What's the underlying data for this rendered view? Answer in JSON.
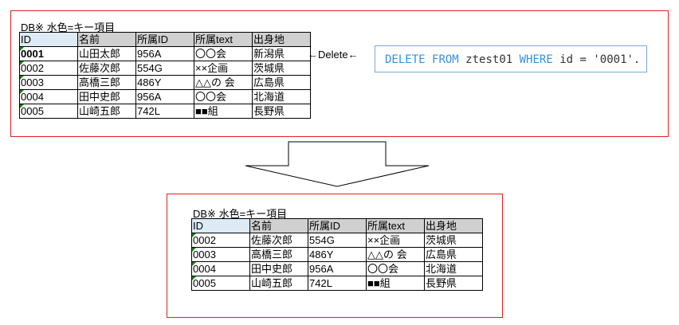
{
  "before": {
    "title": "DB※ 水色=キー項目",
    "headers": [
      "ID",
      "名前",
      "所属ID",
      "所属text",
      "出身地"
    ],
    "rows": [
      [
        "0001",
        "山田太郎",
        "956A",
        "〇〇会",
        "新潟県"
      ],
      [
        "0002",
        "佐藤次郎",
        "554G",
        "××企画",
        "茨城県"
      ],
      [
        "0003",
        "高橋三郎",
        "486Y",
        "△△の 会",
        "広島県"
      ],
      [
        "0004",
        "田中史郎",
        "956A",
        "〇〇会",
        "北海道"
      ],
      [
        "0005",
        "山崎五郎",
        "742L",
        "■■組",
        "長野県"
      ]
    ]
  },
  "delete_label": "←Delete←",
  "sql": {
    "kw1": "DELETE",
    "kw2": "FROM",
    "table": "ztest01",
    "kw3": "WHERE",
    "cond": "id = '0001'."
  },
  "after": {
    "title": "DB※ 水色=キー項目",
    "headers": [
      "ID",
      "名前",
      "所属ID",
      "所属text",
      "出身地"
    ],
    "rows": [
      [
        "0002",
        "佐藤次郎",
        "554G",
        "××企画",
        "茨城県"
      ],
      [
        "0003",
        "高橋三郎",
        "486Y",
        "△△の 会",
        "広島県"
      ],
      [
        "0004",
        "田中史郎",
        "956A",
        "〇〇会",
        "北海道"
      ],
      [
        "0005",
        "山崎五郎",
        "742L",
        "■■組",
        "長野県"
      ]
    ]
  }
}
